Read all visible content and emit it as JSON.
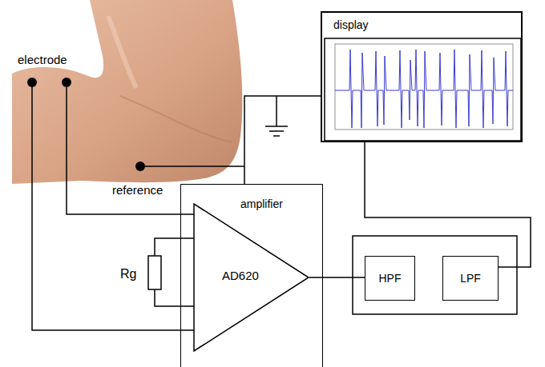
{
  "diagram": {
    "nodes": [
      {
        "text": [
          "display"
        ]
      },
      {
        "text": [
          "amplifier"
        ]
      },
      {
        "text": [
          "AD620"
        ],
        "in": 1
      },
      {
        "text": [
          "HPF"
        ]
      },
      {
        "text": [
          "LPF"
        ]
      }
    ],
    "edges": [
      {
        "from": 1,
        "to": 0,
        "arrow": "none"
      },
      {
        "from": 2,
        "to": 3,
        "arrow": "none"
      },
      {
        "from": 0,
        "to": 4,
        "arrow": "none"
      }
    ],
    "labels": [
      "electrode",
      "reference",
      "Rg"
    ]
  }
}
